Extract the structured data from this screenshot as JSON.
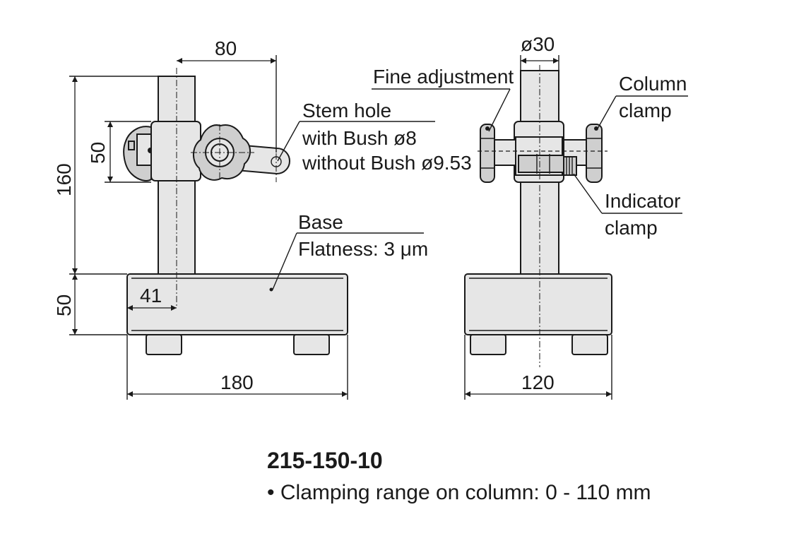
{
  "diagram": {
    "dimensions": {
      "d80": "80",
      "d50_upper": "50",
      "d160": "160",
      "d50_lower": "50",
      "d41": "41",
      "d180": "180",
      "d30": "ø30",
      "d120": "120"
    },
    "callouts": {
      "stem_hole": {
        "line1": "Stem hole",
        "line2": "with Bush ø8",
        "line3": "without Bush ø9.53"
      },
      "base": {
        "line1": "Base",
        "line2": "Flatness: 3 μm"
      },
      "fine_adjustment": "Fine adjustment",
      "column_clamp": {
        "line1": "Column",
        "line2": "clamp"
      },
      "indicator_clamp": {
        "line1": "Indicator",
        "line2": "clamp"
      }
    }
  },
  "product": {
    "model": "215-150-10",
    "bullet": "•",
    "spec": "Clamping range on column: 0 - 110 mm"
  }
}
